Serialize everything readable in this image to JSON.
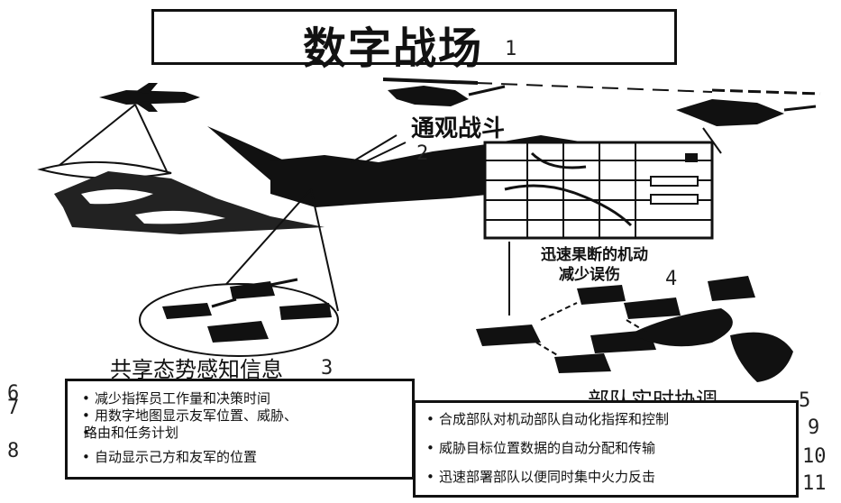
{
  "title": "数字战场",
  "labels": {
    "battle": "通观战斗",
    "awareness": "共享态势感知信息",
    "maneuver_line1": "迅速果断的机动",
    "maneuver_line2": "减少误伤",
    "coordination": "部队实时协调"
  },
  "numbers": [
    "1",
    "2",
    "3",
    "4",
    "5",
    "6",
    "7",
    "8",
    "9",
    "10",
    "11"
  ],
  "left_panel": {
    "items": [
      "减少指挥员工作量和决策时间",
      "用数字地图显示友军位置、威胁、",
      "路由和任务计划",
      "自动显示己方和友军的位置"
    ]
  },
  "right_panel": {
    "items": [
      "合成部队对机动部队自动化指挥和控制",
      "威胁目标位置数据的自动分配和传输",
      "迅速部署部队以便同时集中火力反击"
    ]
  },
  "colors": {
    "ink": "#111111",
    "paper": "#ffffff"
  }
}
